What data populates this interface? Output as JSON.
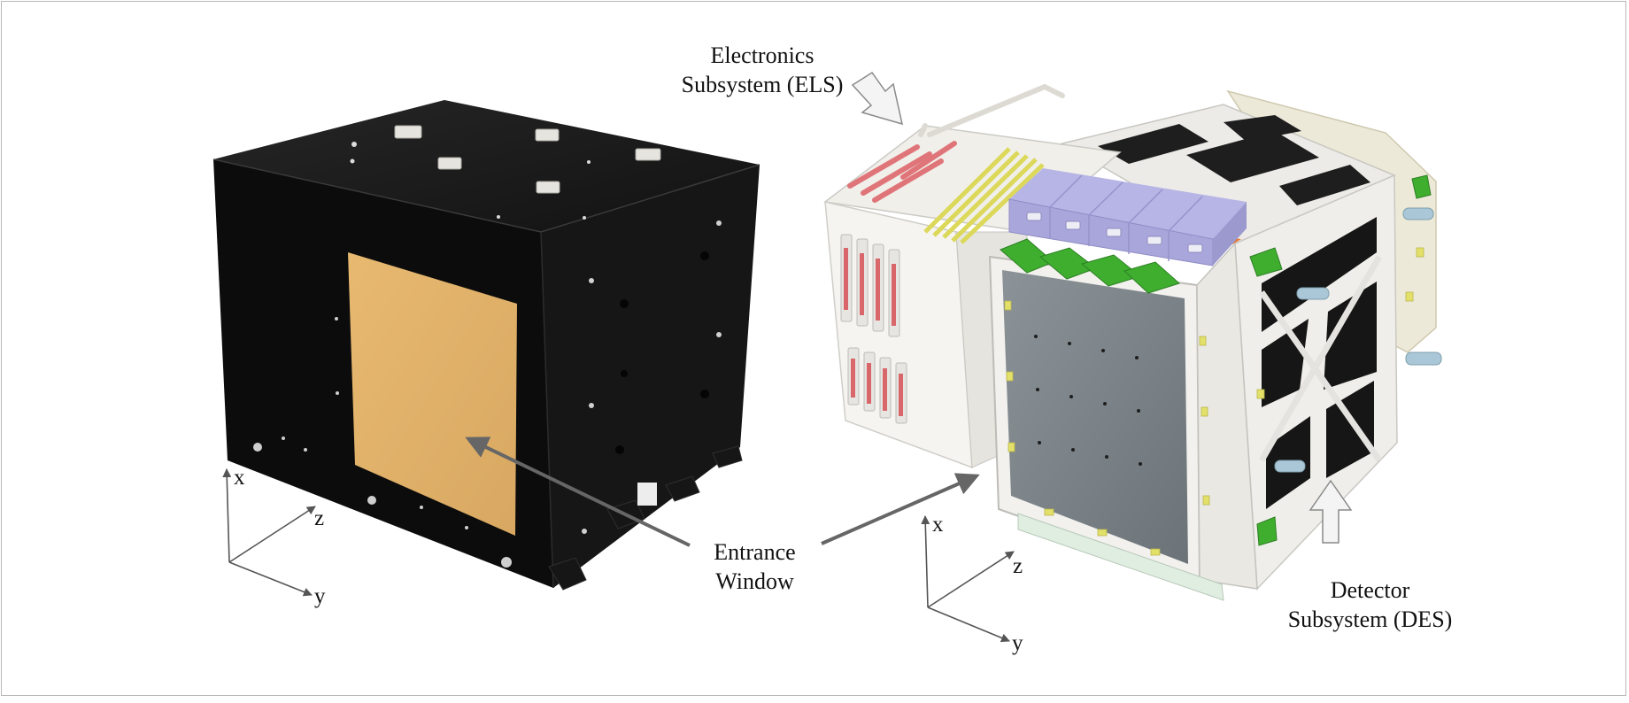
{
  "labels": {
    "els_line1": "Electronics",
    "els_line2": "Subsystem (ELS)",
    "window_line1": "Entrance",
    "window_line2": "Window",
    "des_line1": "Detector",
    "des_line2": "Subsystem (DES)"
  },
  "axes_left": {
    "x": "x",
    "y": "y",
    "z": "z"
  },
  "axes_right": {
    "x": "x",
    "y": "y",
    "z": "z"
  },
  "colors": {
    "housing": "#0d0d0d",
    "window": "#e2b26a",
    "frame_white": "#f1f0ec",
    "detector_plate": "#7b8388",
    "module_lavender": "#c6c4ef",
    "pcb_green": "#3fae2f",
    "flex_orange": "#e9782f",
    "cable_red": "#d9666a",
    "rail_yellow": "#e3e06a",
    "arrow_gray": "#666666"
  }
}
